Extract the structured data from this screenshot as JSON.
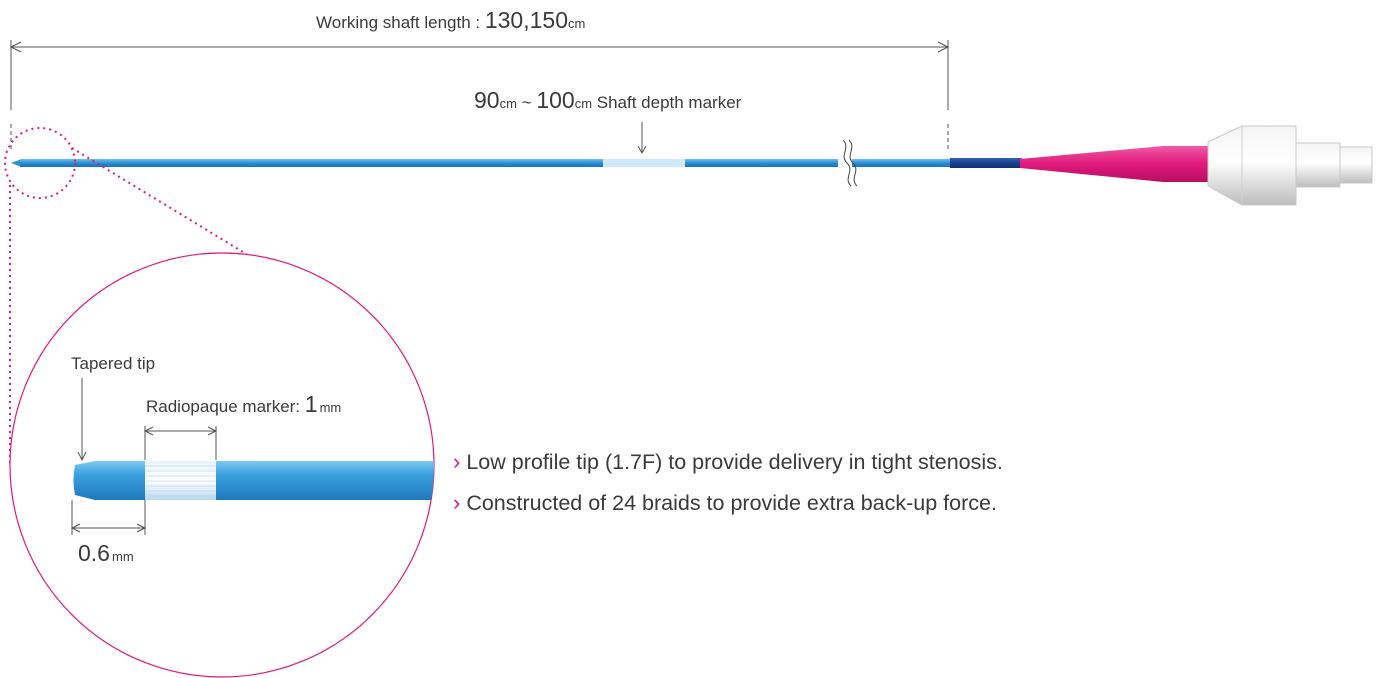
{
  "shaft_length": {
    "label": "Working shaft length : ",
    "values": "130,150",
    "unit": "cm"
  },
  "depth_marker": {
    "start_value": "90",
    "start_unit": "cm",
    "separator": " ~ ",
    "end_value": "100",
    "end_unit": "cm",
    "label": " Shaft depth marker"
  },
  "tip_detail": {
    "tapered_tip_label": "Tapered tip",
    "radiopaque_label": "Radiopaque marker: ",
    "radiopaque_value": "1",
    "radiopaque_unit": "mm",
    "tip_length_value": "0.6",
    "tip_length_unit": "mm"
  },
  "features": [
    {
      "bullet": "›",
      "text": "Low profile tip (1.7F) to provide delivery in tight stenosis."
    },
    {
      "bullet": "›",
      "text": "Constructed of 24 braids to provide extra back-up force."
    }
  ],
  "colors": {
    "shaft_blue": "#2b8fd3",
    "shaft_dark": "#1a3f8f",
    "hub_pink": "#e0197d",
    "dimension_line": "#555555"
  }
}
